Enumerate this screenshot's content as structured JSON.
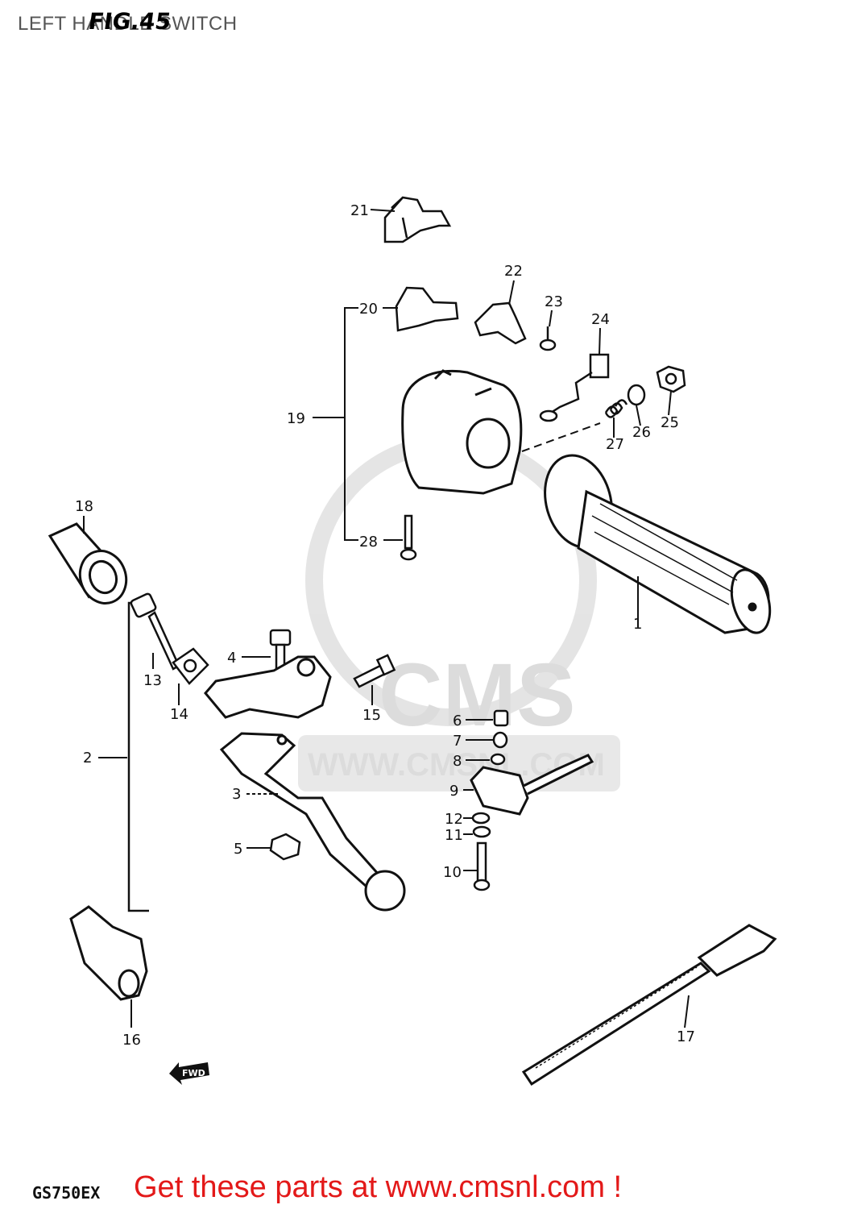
{
  "header": {
    "title": "LEFT HANDLE SWITCH",
    "fig": "FIG.45"
  },
  "footer": {
    "model": "GS750EX",
    "cta": "Get these parts at www.cmsnl.com !"
  },
  "watermark": {
    "brand": "CMS",
    "url": "WWW.CMSNL.COM"
  },
  "fwd_arrow": "FWD",
  "parts": {
    "p1": "1",
    "p2": "2",
    "p3": "3",
    "p4": "4",
    "p5": "5",
    "p6": "6",
    "p7": "7",
    "p8": "8",
    "p9": "9",
    "p10": "10",
    "p11": "11",
    "p12": "12",
    "p13": "13",
    "p14": "14",
    "p15": "15",
    "p16": "16",
    "p17": "17",
    "p18": "18",
    "p19": "19",
    "p20": "20",
    "p21": "21",
    "p22": "22",
    "p23": "23",
    "p24": "24",
    "p25": "25",
    "p26": "26",
    "p27": "27",
    "p28": "28"
  },
  "colors": {
    "cta": "#e31919",
    "line": "#111111",
    "watermark": "#d9d9d9"
  }
}
